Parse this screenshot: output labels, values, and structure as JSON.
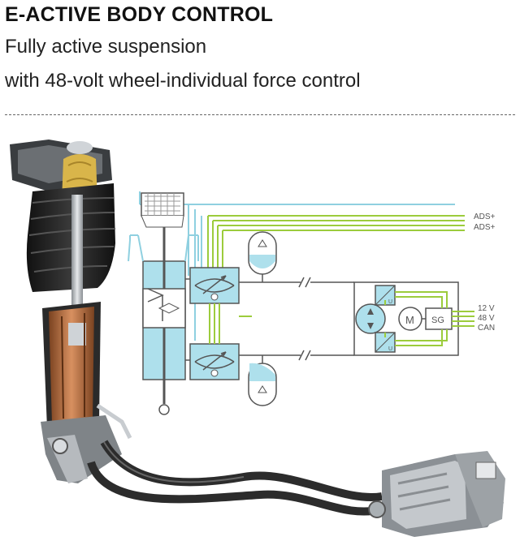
{
  "header": {
    "title": "E-ACTIVE BODY CONTROL",
    "subtitle_line1": "Fully active suspension",
    "subtitle_line2": "with 48-volt wheel-individual force control"
  },
  "schematic": {
    "bus_labels": [
      "ADS+",
      "ADS+"
    ],
    "motor_label": "M",
    "controller_label": "SG",
    "valve_marker": "U",
    "power_labels": [
      "12 V",
      "48 V",
      "CAN"
    ]
  },
  "colors": {
    "hydraulic_blue": "#aee0ec",
    "signal_green": "#9ccc3c",
    "line_blue": "#8fd0e0",
    "hose_dark": "#2c2c2c",
    "copper": "#b8703c"
  },
  "icons": [
    "accumulator-icon",
    "pump-symbol-icon",
    "valve-symbol-icon",
    "check-valve-icon"
  ]
}
